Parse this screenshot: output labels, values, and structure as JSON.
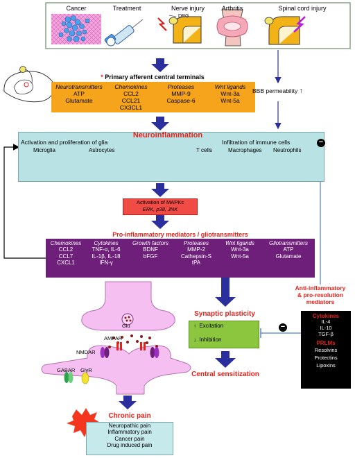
{
  "conditions": {
    "cancer": "Cancer",
    "treatment": "Treatment",
    "nerve_injury": "Nerve injury",
    "drg": "DRG",
    "arthritis": "Arthritis",
    "spinal_cord_injury": "Spinal cord injury"
  },
  "terminals": {
    "asterisk": "*",
    "title": "Primary afferent central terminals",
    "groups": [
      {
        "head": "Neurotransmitters",
        "items": [
          "ATP",
          "Glutamate"
        ]
      },
      {
        "head": "Chemokines",
        "items": [
          "CCL2",
          "CCL21",
          "CX3CL1"
        ]
      },
      {
        "head": "Proteases",
        "items": [
          "MMP-9",
          "Caspase-6"
        ]
      },
      {
        "head": "Wnt ligands",
        "items": [
          "Wnt-3a",
          "Wnt-5a"
        ]
      }
    ]
  },
  "bbb": {
    "label": "BBB permeability",
    "arrow": "↑"
  },
  "neuroinflammation": {
    "title": "Neuroinflammation",
    "glia_heading": "Activation and proliferation of glia",
    "immune_heading": "Infiltration of immune cells",
    "microglia": "Microglia",
    "astrocytes": "Astrocytes",
    "tcells": "T cells",
    "macrophages": "Macrophages",
    "neutrophils": "Neutrophils",
    "inhibit_symbol": "−"
  },
  "mapk": {
    "title": "Activation of MAPKs",
    "detail": "ERK, p38, JNK"
  },
  "mediators": {
    "title": "Pro-inflammatory mediators  / gliotransmitters",
    "groups": [
      {
        "head": "Chemokines",
        "items": [
          "CCL2",
          "CCL7",
          "CXCL1"
        ]
      },
      {
        "head": "Cytokines",
        "items": [
          "TNF-α, IL-6",
          "IL-1β, IL-18",
          "IFN-γ"
        ]
      },
      {
        "head": "Growth factors",
        "items": [
          "BDNF",
          "bFGF"
        ]
      },
      {
        "head": "Proteases",
        "items": [
          "MMP-2",
          "Cathepsin-S",
          "tPA"
        ]
      },
      {
        "head": "Wnt ligands",
        "items": [
          "Wnt-3a",
          "Wnt-5a"
        ]
      },
      {
        "head": "Gliotransmitters",
        "items": [
          "ATP",
          "Glutamate"
        ]
      }
    ]
  },
  "synapse": {
    "glu": "Glu",
    "ampar": "AMPAR",
    "nmdar": "NMDAR",
    "gabar": "GABAR",
    "glyr": "GlyR"
  },
  "plasticity": {
    "title": "Synaptic plasticity",
    "excitation": "Excitation",
    "inhibition": "Inhibition",
    "up_arrow": "↑",
    "down_arrow": "↓",
    "central_sensitization": "Central sensitization"
  },
  "anti": {
    "title_line1": "Anti-inflammatory",
    "title_line2": "& pro-resolution",
    "title_line3": "mediators",
    "inhibit_symbol": "−",
    "cytokines_head": "Cytokines",
    "cytokines": [
      "IL-4",
      "IL-10",
      "TGF-β"
    ],
    "prlms_head": "PRLMs",
    "prlms": [
      "Resolvins",
      "Protectins",
      "Lipoxins"
    ]
  },
  "chronic_pain": {
    "title": "Chronic pain",
    "items": [
      "Neuropathic pain",
      "Inflammatory pain",
      "Cancer pain",
      "Drug induced pain"
    ]
  },
  "colors": {
    "arrow": "#2b2f9e",
    "orange": "#f7a41d",
    "teal": "#b9e2e4",
    "red_box": "#f04b45",
    "purple": "#6d1f79",
    "green": "#8cc63f",
    "pink": "#f6bff2",
    "black_box": "#000000",
    "title_red": "#e8201a",
    "line_blue": "#4a7fcf"
  }
}
